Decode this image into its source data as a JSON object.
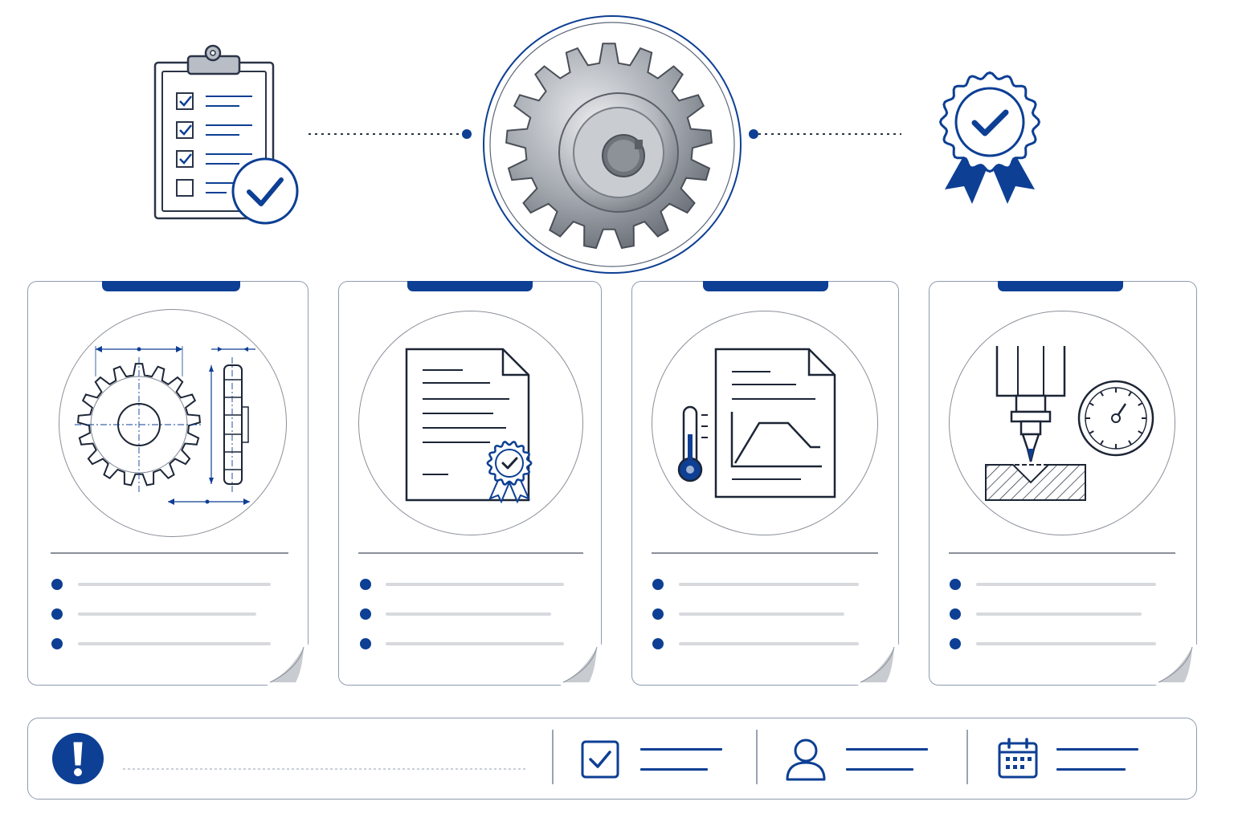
{
  "colors": {
    "accent": "#0d3f94",
    "outline": "#8f9bb0",
    "placeholder_line": "#d7d9dd",
    "steel": "#9aa0a8"
  },
  "header": {
    "left_icon": "checklist-clipboard-icon",
    "center_image": "steel-sprocket-gear",
    "right_icon": "award-ribbon-check-icon",
    "checklist_items": [
      {
        "checked": true
      },
      {
        "checked": true
      },
      {
        "checked": true
      },
      {
        "checked": false
      }
    ]
  },
  "cards": [
    {
      "icon": "gear-technical-drawing-icon",
      "bullet_count": 3
    },
    {
      "icon": "certificate-document-icon",
      "bullet_count": 3
    },
    {
      "icon": "heat-treatment-report-icon",
      "bullet_count": 3
    },
    {
      "icon": "hardness-test-icon",
      "bullet_count": 3
    }
  ],
  "footer": {
    "alert_icon": "exclamation-icon",
    "sections": [
      {
        "icon": "checkbox-checked-icon"
      },
      {
        "icon": "user-icon"
      },
      {
        "icon": "calendar-icon"
      }
    ]
  }
}
